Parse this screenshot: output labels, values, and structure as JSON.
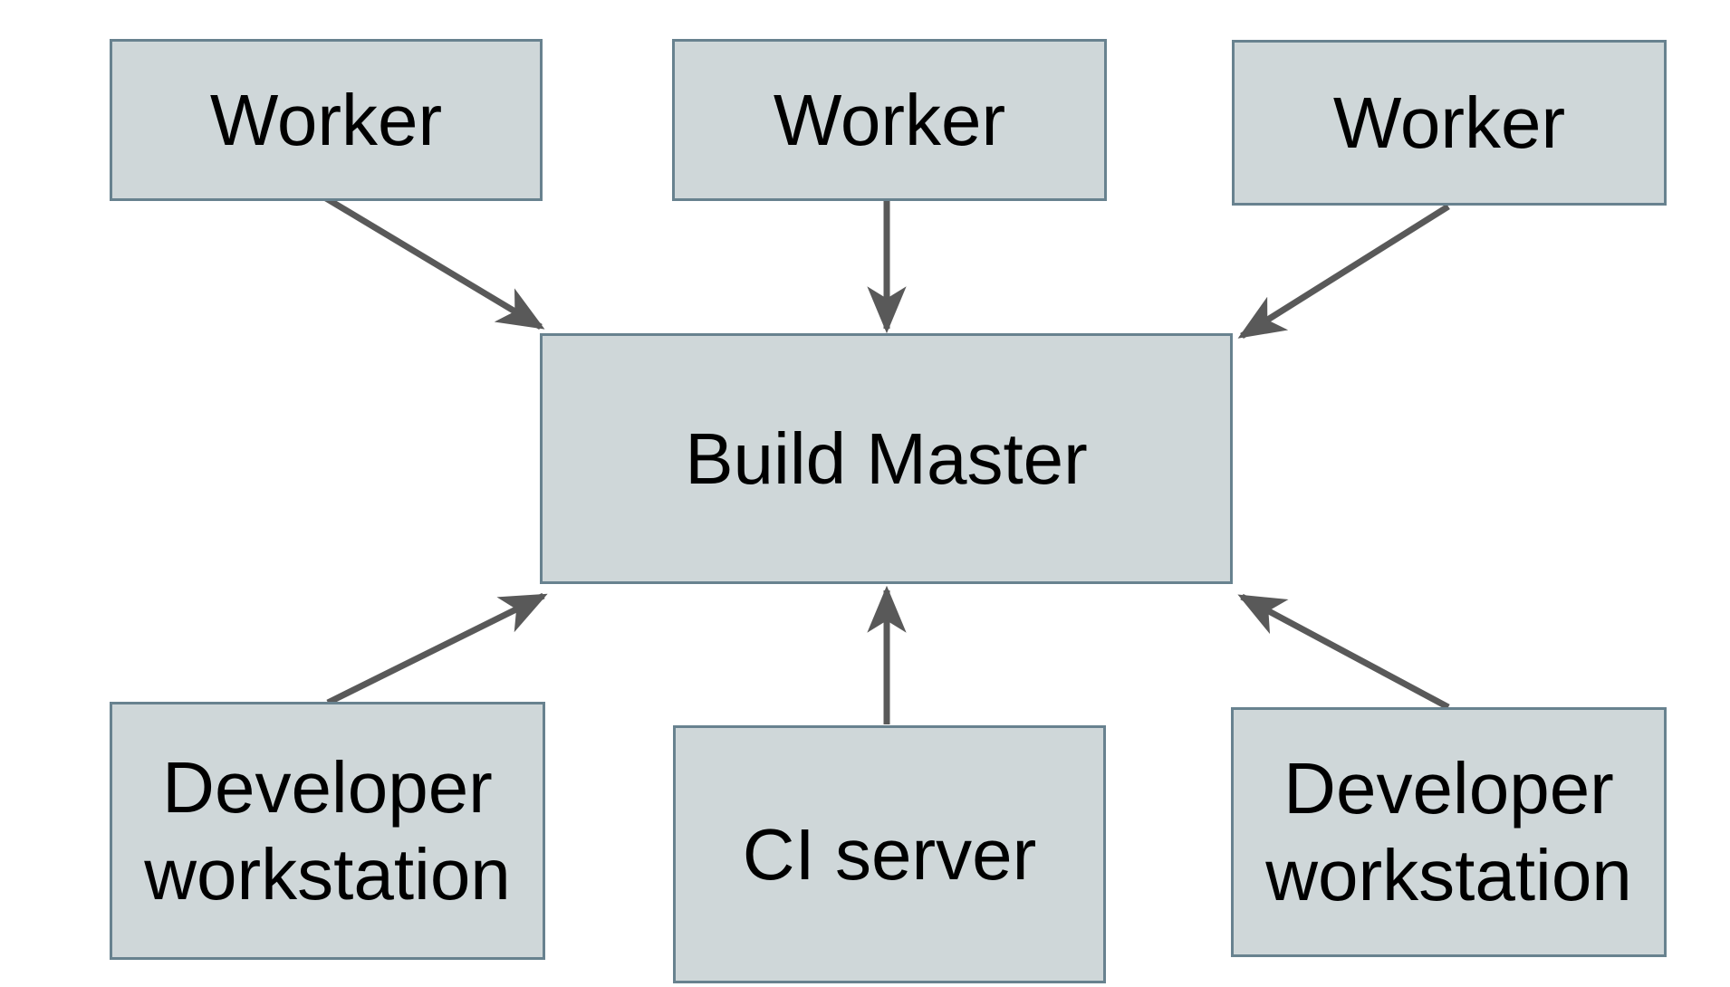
{
  "diagram": {
    "nodes": [
      {
        "id": "worker-1",
        "label": "Worker"
      },
      {
        "id": "worker-2",
        "label": "Worker"
      },
      {
        "id": "worker-3",
        "label": "Worker"
      },
      {
        "id": "build-master",
        "label": "Build Master"
      },
      {
        "id": "developer-workstation-1",
        "label": "Developer workstation"
      },
      {
        "id": "ci-server",
        "label": "CI server"
      },
      {
        "id": "developer-workstation-2",
        "label": "Developer workstation"
      }
    ],
    "edges": [
      {
        "from": "worker-1",
        "to": "build-master"
      },
      {
        "from": "worker-2",
        "to": "build-master"
      },
      {
        "from": "worker-3",
        "to": "build-master"
      },
      {
        "from": "developer-workstation-1",
        "to": "build-master"
      },
      {
        "from": "ci-server",
        "to": "build-master"
      },
      {
        "from": "developer-workstation-2",
        "to": "build-master"
      }
    ],
    "colors": {
      "background": "#ffffff",
      "node_fill": "#cfd7d9",
      "node_border": "#68828f",
      "arrow": "#595959",
      "text": "#000000"
    }
  }
}
